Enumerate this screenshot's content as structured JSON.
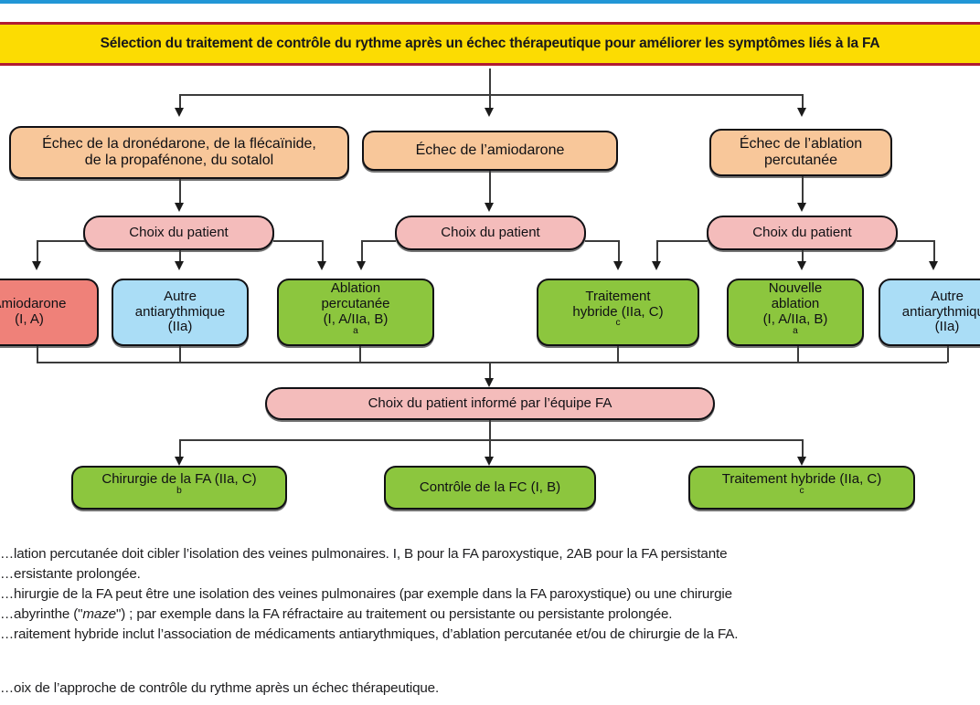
{
  "theme": {
    "banner_bg": "#fcdc02",
    "banner_border": "#b01c32",
    "top_rule": "#2196d6",
    "orange": "#f8c79a",
    "pink": "#f4bcbb",
    "green": "#8cc63e",
    "blue": "#aaddf6",
    "red": "#ef8179",
    "line": "#3b3b3b"
  },
  "banner": {
    "title": "Sélection du traitement de contrôle du rythme après un échec thérapeutique pour améliorer les symptômes liés à la FA"
  },
  "level1": [
    {
      "id": "echec-antiarythmiques",
      "line1": "Échec de la dronédarone, de la flécaïnide,",
      "line2": "de la propafénone, du sotalol"
    },
    {
      "id": "echec-amiodarone",
      "line1": "Échec de l’amiodarone",
      "line2": ""
    },
    {
      "id": "echec-ablation",
      "line1": "Échec de l’ablation",
      "line2": "percutanée"
    }
  ],
  "level2": [
    {
      "id": "choix-patient-1",
      "label": "Choix du patient"
    },
    {
      "id": "choix-patient-2",
      "label": "Choix du patient"
    },
    {
      "id": "choix-patient-3",
      "label": "Choix du patient"
    }
  ],
  "level3": [
    {
      "id": "amiodarone",
      "color": "red",
      "line1": "Amiodarone",
      "line2": "(I, A)",
      "line3": "",
      "sup": ""
    },
    {
      "id": "autre-antiarythmique-1",
      "color": "blue",
      "line1": "Autre",
      "line2": "antiarythmique",
      "line3": "(IIa)",
      "sup": ""
    },
    {
      "id": "ablation-percutanee",
      "color": "green",
      "line1": "Ablation",
      "line2": "percutanée",
      "line3": "(I, A/IIa, B)",
      "sup": "a"
    },
    {
      "id": "traitement-hybride-1",
      "color": "green",
      "line1": "Traitement",
      "line2": "hybride (IIa, C)",
      "line3": "",
      "sup": "c"
    },
    {
      "id": "nouvelle-ablation",
      "color": "green",
      "line1": "Nouvelle",
      "line2": "ablation",
      "line3": "(I, A/IIa, B)",
      "sup": "a"
    },
    {
      "id": "autre-antiarythmique-2",
      "color": "blue",
      "line1": "Autre",
      "line2": "antiarythmique",
      "line3": "(IIa)",
      "sup": ""
    }
  ],
  "level4": {
    "id": "choix-patient-informe",
    "label": "Choix du patient informé par l’équipe FA"
  },
  "level5": [
    {
      "id": "chirurgie-fa",
      "text": "Chirurgie de la FA (IIa, C)",
      "sup": "b"
    },
    {
      "id": "controle-fc",
      "text": "Contrôle de la FC (I, B)",
      "sup": ""
    },
    {
      "id": "traitement-hybride-final",
      "text": "Traitement hybride (IIa, C)",
      "sup": "c"
    }
  ],
  "footnotes": [
    {
      "id": "note-a-l1",
      "text": "…lation percutanée doit cibler l’isolation des veines pulmonaires. I, B pour la FA paroxystique, 2AB pour la FA persistante"
    },
    {
      "id": "note-a-l2",
      "text": "…ersistante prolongée."
    },
    {
      "id": "note-b-l1",
      "text": "…hirurgie de la FA peut être une isolation des veines pulmonaires (par exemple dans la FA paroxystique) ou une chirurgie"
    },
    {
      "id": "note-b-l2-pre",
      "text": "…abyrinthe ("
    },
    {
      "id": "note-b-l2-em",
      "text": "maze"
    },
    {
      "id": "note-b-l2-post",
      "text": ") ; par exemple dans la FA réfractaire au traitement ou persistante ou persistante prolongée."
    },
    {
      "id": "note-c-l1",
      "text": "…raitement hybride inclut l’association de médicaments antiarythmiques, d’ablation percutanée et/ou de chirurgie de la FA."
    }
  ],
  "caption": {
    "text": "…oix de l’approche de contrôle du rythme après un échec thérapeutique."
  }
}
